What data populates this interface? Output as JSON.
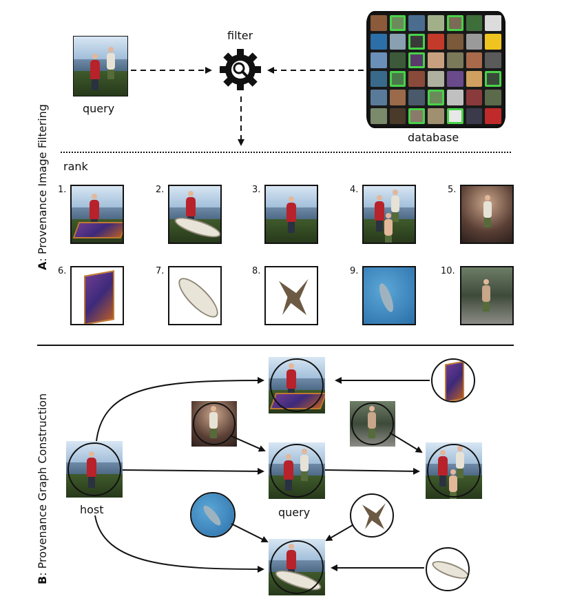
{
  "panel_a": {
    "side_label_letter": "A",
    "side_label_text": ": Provenance Image Filtering",
    "query_label": "query",
    "filter_label": "filter",
    "database_label": "database",
    "rank_label": "rank",
    "ranks": [
      "1.",
      "2.",
      "3.",
      "4.",
      "5.",
      "6.",
      "7.",
      "8.",
      "9.",
      "10."
    ]
  },
  "panel_b": {
    "side_label_letter": "B",
    "side_label_text": ": Provenance Graph Construction",
    "host_label": "host",
    "query_label": "query"
  },
  "colors": {
    "highlight": "#49d24a",
    "stroke": "#111111"
  },
  "icons": [
    "gear-search-icon"
  ]
}
